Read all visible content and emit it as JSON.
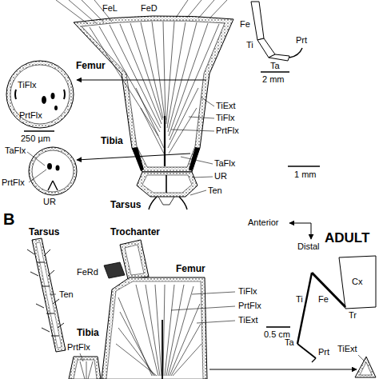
{
  "diagram": {
    "labels": [
      "FeL",
      "FeD",
      "Fe",
      "Ti",
      "Ta",
      "Prt",
      "2 mm",
      "Femur",
      "TiFlx",
      "PrtFlx",
      "250 µm",
      "TiExt",
      "TiFlx",
      "PrtFlx",
      "TaFlx",
      "PrtFlx",
      "UR",
      "Tibia",
      "TaFlx",
      "UR",
      "Ten",
      "Tarsus",
      "1 mm",
      "B",
      "Anterior",
      "Distal",
      "ADULT",
      "Tarsus",
      "Trochanter",
      "FeRd",
      "Femur",
      "Ten",
      "TiFlx",
      "PrtFlx",
      "TiExt",
      "Cx",
      "Ti",
      "Fe",
      "0.5 cm",
      "Tr",
      "Ta",
      "Prt",
      "Tibia",
      "PrtFlx",
      "TiExt"
    ]
  }
}
